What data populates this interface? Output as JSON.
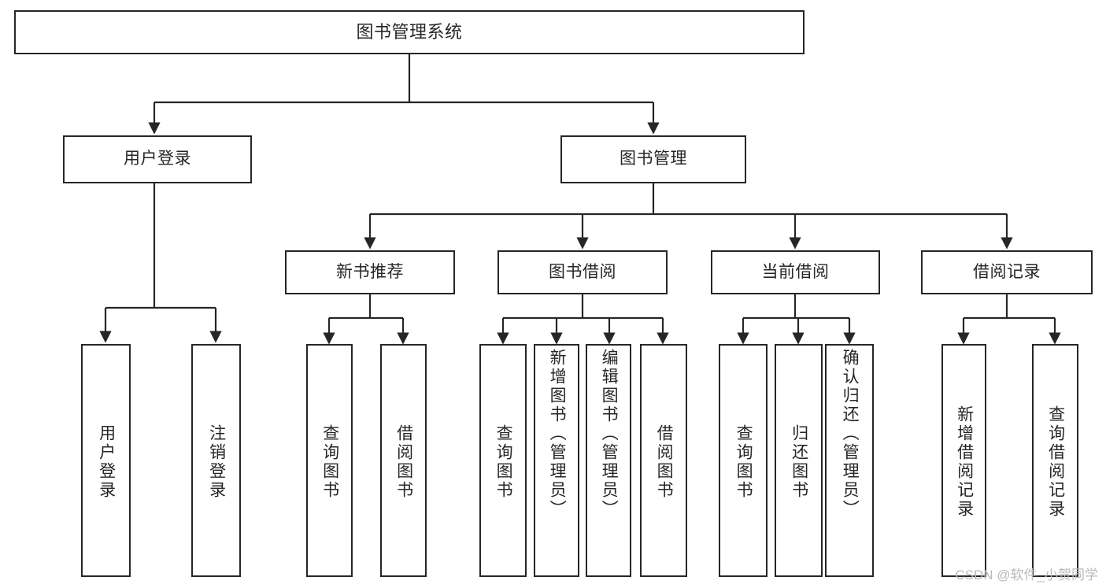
{
  "diagram": {
    "type": "tree",
    "title": "图书管理系统",
    "watermark": "CSDN @软件_小贺同学",
    "colors": {
      "stroke": "#262626",
      "fill": "#ffffff",
      "text": "#262626",
      "watermark": "#b9b9b9"
    },
    "root": {
      "label": "图书管理系统"
    },
    "level2": [
      {
        "label": "用户登录"
      },
      {
        "label": "图书管理"
      }
    ],
    "level3": [
      {
        "label": "新书推荐"
      },
      {
        "label": "图书借阅"
      },
      {
        "label": "当前借阅"
      },
      {
        "label": "借阅记录"
      }
    ],
    "leaves": {
      "user_login": [
        {
          "label": "用户登录"
        },
        {
          "label": "注销登录"
        }
      ],
      "new_book": [
        {
          "label": "查询图书"
        },
        {
          "label": "借阅图书"
        }
      ],
      "book_borrow": [
        {
          "label": "查询图书"
        },
        {
          "label": "新增图书（管理员）"
        },
        {
          "label": "编辑图书（管理员）"
        },
        {
          "label": "借阅图书"
        }
      ],
      "current_borrow": [
        {
          "label": "查询图书"
        },
        {
          "label": "归还图书"
        },
        {
          "label": "确认归还（管理员）"
        }
      ],
      "borrow_record": [
        {
          "label": "新增借阅记录"
        },
        {
          "label": "查询借阅记录"
        }
      ]
    }
  }
}
